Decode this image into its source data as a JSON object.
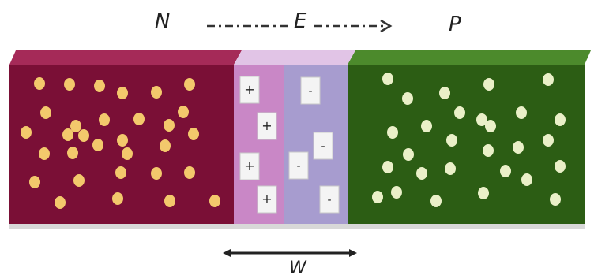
{
  "labels": {
    "n_region": "N",
    "field": "E",
    "p_region": "P",
    "width": "W"
  },
  "colors": {
    "n_front": "#7a0f36",
    "n_top": "#a52a58",
    "n_depletion": "#c987c6",
    "p_depletion": "#a79ccf",
    "depletion_top": "#e1c4e6",
    "p_front": "#2c5d14",
    "p_top": "#4c8a2c",
    "electron": "#f3c86c",
    "hole": "#eaf0c8",
    "ion_box": "#f4f4f4"
  },
  "ions": {
    "positive_symbol": "+",
    "negative_symbol": "-"
  }
}
